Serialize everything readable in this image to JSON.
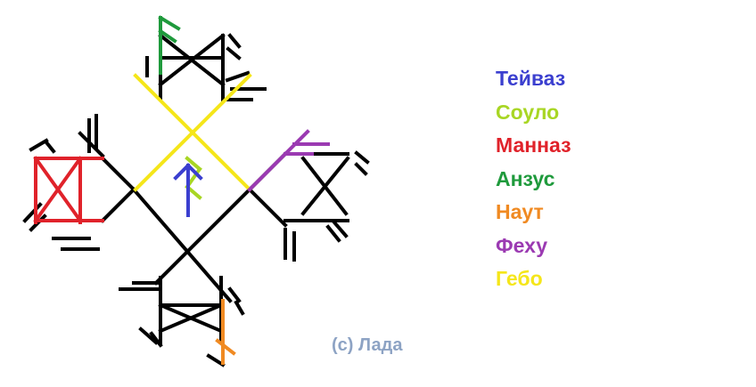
{
  "legend": [
    {
      "name": "Тейваз",
      "color": "#3b3fcf"
    },
    {
      "name": "Соуло",
      "color": "#a8d624"
    },
    {
      "name": "Манназ",
      "color": "#e0222a"
    },
    {
      "name": "Анзус",
      "color": "#1f9a3c"
    },
    {
      "name": "Наут",
      "color": "#f08a22"
    },
    {
      "name": "Феху",
      "color": "#9b3ab2"
    },
    {
      "name": "Гебо",
      "color": "#f5e61a"
    }
  ],
  "copyright": "(с) Лада",
  "colors": {
    "base_strokes": "#000000",
    "copyright_text": "#8da3c4"
  }
}
